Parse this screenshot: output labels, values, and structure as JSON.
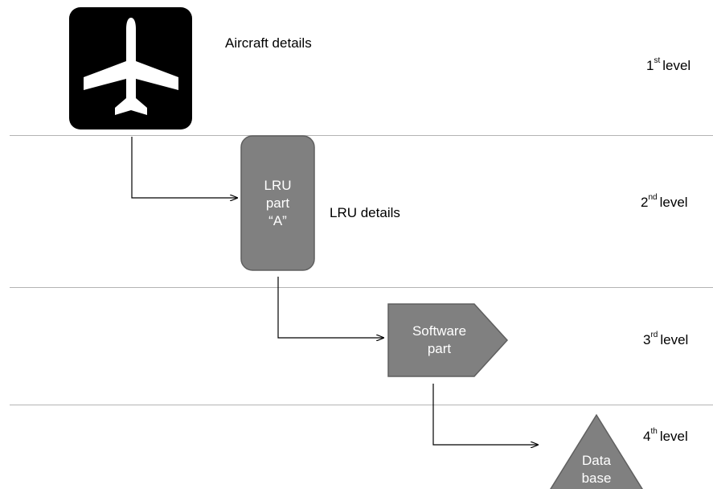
{
  "levels": [
    {
      "num": "1",
      "suffix": "st",
      "word": "level"
    },
    {
      "num": "2",
      "suffix": "nd",
      "word": "level"
    },
    {
      "num": "3",
      "suffix": "rd",
      "word": "level"
    },
    {
      "num": "4",
      "suffix": "th",
      "word": "level"
    }
  ],
  "labels": {
    "aircraft": "Aircraft details",
    "lru": "LRU details"
  },
  "nodes": {
    "lru_part": [
      "LRU",
      "part",
      "“A”"
    ],
    "software_part": [
      "Software",
      "part"
    ],
    "database": [
      "Data",
      "base"
    ]
  },
  "icons": {
    "aircraft": "airplane-icon"
  },
  "colors": {
    "node_fill": "#808080",
    "node_stroke": "#5f5f5f",
    "separator": "#b4b4b4",
    "icon_bg": "#000000"
  }
}
